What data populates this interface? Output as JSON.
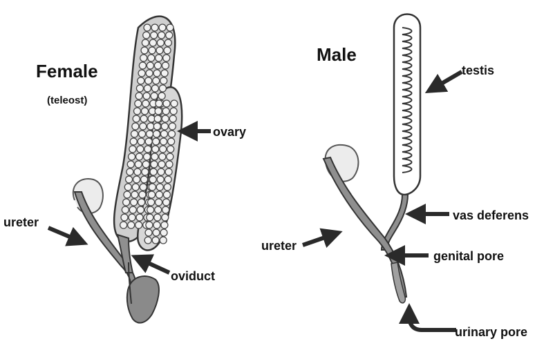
{
  "female": {
    "title": "Female",
    "subtitle": "(teleost)",
    "labels": {
      "ovary": "ovary",
      "ureter": "ureter",
      "oviduct": "oviduct"
    }
  },
  "male": {
    "title": "Male",
    "labels": {
      "testis": "testis",
      "vas_deferens": "vas deferens",
      "ureter": "ureter",
      "genital_pore": "genital pore",
      "urinary_pore": "urinary pore"
    }
  },
  "colors": {
    "organ_fill": "#9a9a9a",
    "organ_stroke": "#333333",
    "arrow": "#2a2a2a",
    "background": "#ffffff"
  }
}
